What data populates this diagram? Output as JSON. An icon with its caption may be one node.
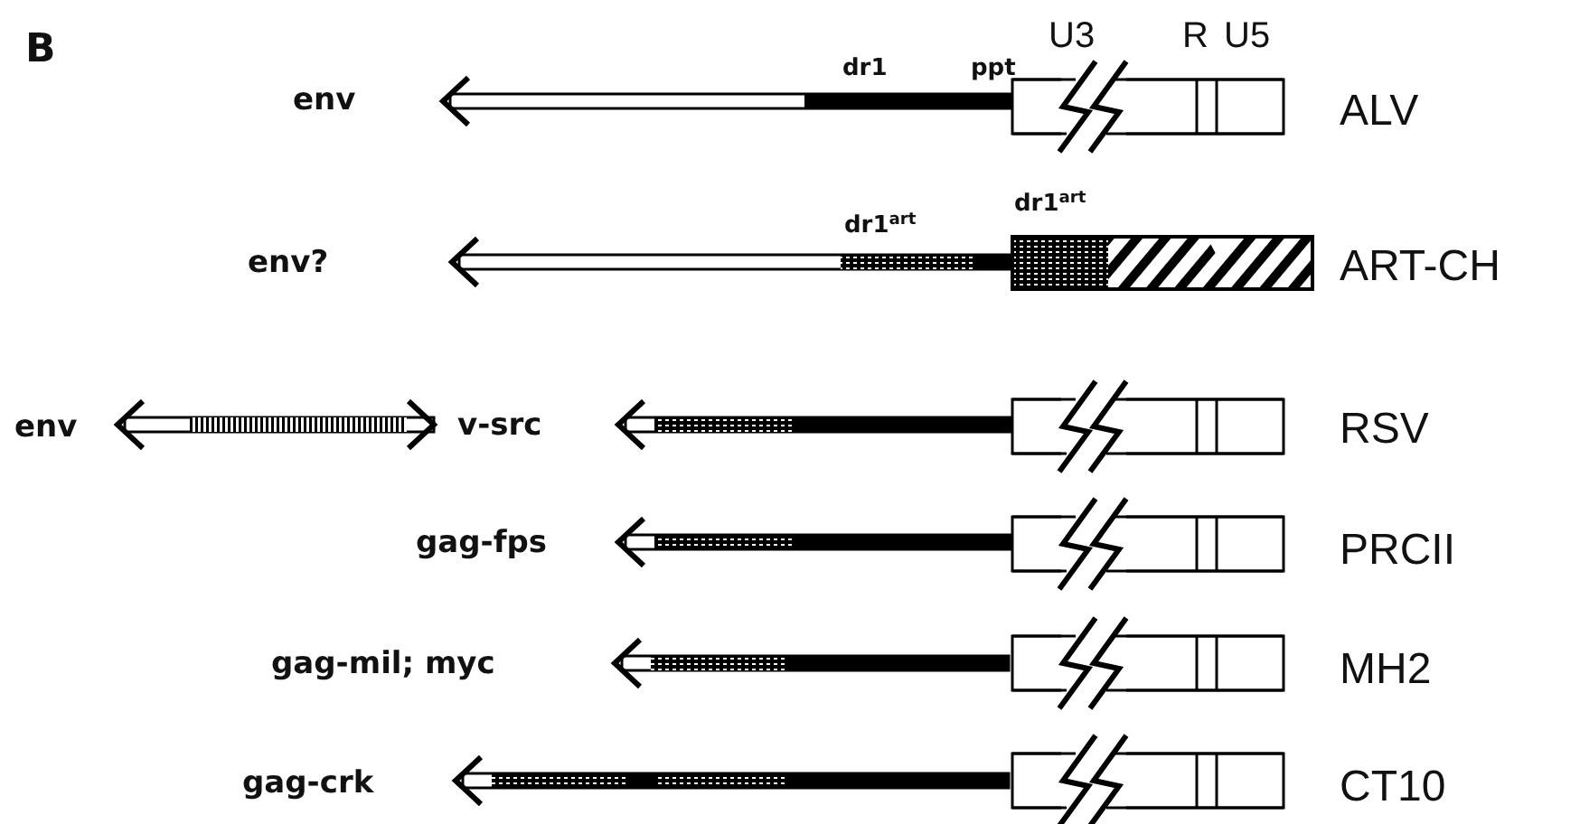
{
  "diagram": {
    "labels": [
      "B",
      "dr1",
      "ppt",
      "U3",
      "R",
      "U5",
      "env",
      "ALV",
      "dr1$^{art}$",
      "dr1$^{art}$",
      "env?",
      "ART-CH",
      "env",
      "v-src",
      "RSV",
      "gag-fps",
      "PRCII",
      "gag-mil; myc",
      "MH2",
      "gag-crk",
      "CT10"
    ]
  }
}
